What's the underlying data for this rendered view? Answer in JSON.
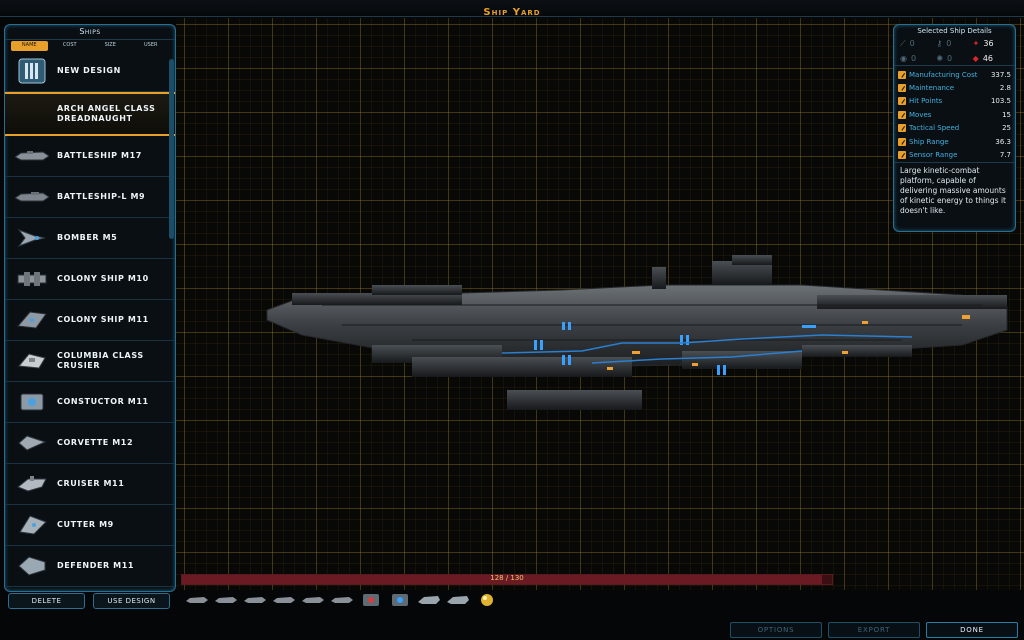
{
  "window": {
    "title": "Ship Yard"
  },
  "ship_list": {
    "title": "Ships",
    "sort_tabs": [
      "name",
      "cost",
      "size",
      "user"
    ],
    "active_sort": "name",
    "items": [
      {
        "label": "New Design",
        "icon": "new-design-icon"
      },
      {
        "label": "Arch Angel class Dreadnaught",
        "icon": "",
        "selected": true
      },
      {
        "label": "Battleship M17",
        "icon": "battleship-icon"
      },
      {
        "label": "Battleship-L M9",
        "icon": "battleship-icon"
      },
      {
        "label": "Bomber M5",
        "icon": "bomber-icon"
      },
      {
        "label": "Colony Ship M10",
        "icon": "colony-ship-icon"
      },
      {
        "label": "Colony Ship M11",
        "icon": "colony-ship-icon"
      },
      {
        "label": "Columbia class Crusier",
        "icon": "cruiser-icon"
      },
      {
        "label": "Constuctor M11",
        "icon": "constructor-icon"
      },
      {
        "label": "Corvette M12",
        "icon": "corvette-icon"
      },
      {
        "label": "Cruiser M11",
        "icon": "cruiser-icon"
      },
      {
        "label": "Cutter M9",
        "icon": "cutter-icon"
      },
      {
        "label": "Defender M11",
        "icon": "defender-icon"
      }
    ],
    "delete_label": "Delete",
    "use_design_label": "Use Design"
  },
  "details": {
    "title": "Selected Ship Details",
    "mini": [
      {
        "icon": "beam-weapon-icon",
        "value": "0",
        "active": false
      },
      {
        "icon": "missile-weapon-icon",
        "value": "0",
        "active": false
      },
      {
        "icon": "kinetic-weapon-icon",
        "value": "36",
        "active": true,
        "color": "#d8262b"
      },
      {
        "icon": "shield-icon",
        "value": "0",
        "active": false
      },
      {
        "icon": "point-defense-icon",
        "value": "0",
        "active": false
      },
      {
        "icon": "armor-icon",
        "value": "46",
        "active": true,
        "color": "#d8262b"
      }
    ],
    "stats": [
      {
        "label": "Manufacturing Cost",
        "value": "337.5",
        "icon": "cost-icon"
      },
      {
        "label": "Maintenance",
        "value": "2.8",
        "icon": "wrench-icon"
      },
      {
        "label": "Hit Points",
        "value": "103.5",
        "icon": "wrench-icon"
      },
      {
        "label": "Moves",
        "value": "15",
        "icon": "wrench-icon"
      },
      {
        "label": "Tactical Speed",
        "value": "25",
        "icon": "wrench-icon"
      },
      {
        "label": "Ship Range",
        "value": "36.3",
        "icon": "wrench-icon"
      },
      {
        "label": "Sensor Range",
        "value": "7.7",
        "icon": "wrench-icon"
      }
    ],
    "description": "Large kinetic-combat platform, capable of delivering massive amounts of kinetic energy to things it doesn't like."
  },
  "capacity": {
    "text": "128 / 130",
    "used": 128,
    "max": 130
  },
  "components": [
    "hull-icon",
    "hull-icon",
    "hull-icon",
    "hull-icon",
    "hull-icon",
    "hull-icon",
    "module-icon",
    "module-icon",
    "hull-icon",
    "hull-icon",
    "globe-icon"
  ],
  "bottom": {
    "options_label": "Options",
    "export_label": "Export",
    "done_label": "Done"
  },
  "colors": {
    "accent": "#e8a02a",
    "frame": "#2a6f8f",
    "label_blue": "#3fb2e2"
  }
}
